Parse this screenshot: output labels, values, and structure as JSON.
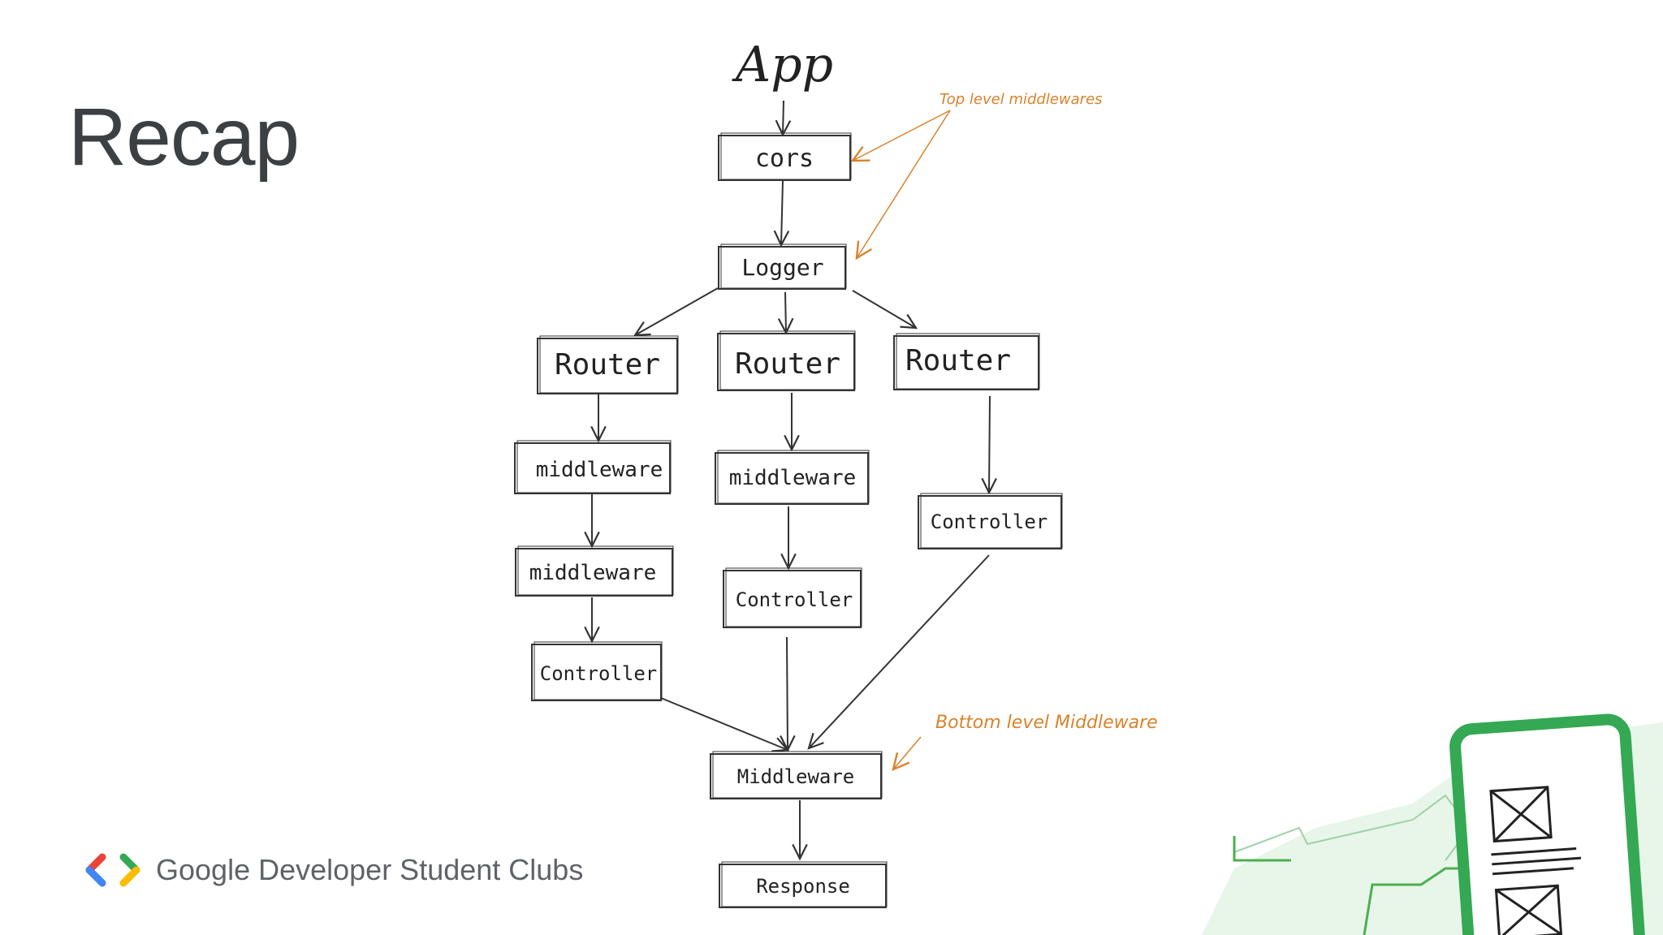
{
  "slide": {
    "title": "Recap"
  },
  "diagram": {
    "app": "App",
    "nodes": {
      "cors": "cors",
      "logger": "Logger",
      "router_left": "Router",
      "router_mid": "Router",
      "router_right": "Router",
      "mw_left_1": "middleware",
      "mw_left_2": "middleware",
      "mw_mid": "middleware",
      "ctrl_left": "Controller",
      "ctrl_mid": "Controller",
      "ctrl_right": "Controller",
      "mw_bottom": "Middleware",
      "response": "Response"
    },
    "annotations": {
      "top": "Top level middlewares",
      "bottom": "Bottom level Middleware"
    },
    "colors": {
      "stroke": "#333333",
      "annotation": "#d9822b"
    }
  },
  "footer": {
    "brand": "Google Developer Student Clubs"
  }
}
